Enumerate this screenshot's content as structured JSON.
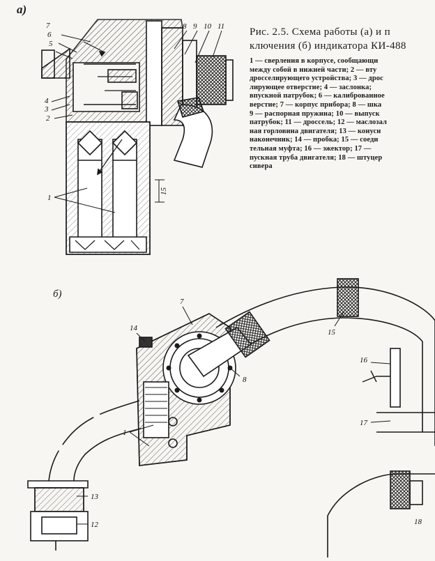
{
  "figure": {
    "panel_a_label": "а)",
    "panel_b_label": "б)",
    "caption_line1": "Рис. 2.5. Схема работы (а) и п",
    "caption_line2": "ключения (б) индикатора КИ-488",
    "legend_lines": [
      "1 — сверления в корпусе, сообщающи",
      "между собой в нижней части; 2 — вту",
      "дросселирующего устройства; 3 — дрос",
      "лирующее отверстие; 4 — заслонка; ",
      "впускной патрубок; 6 — калиброванное",
      "верстие; 7 — корпус прибора; 8 — шка",
      "9 — распорная пружина; 10 — выпуск",
      "патрубок; 11 — дроссель; 12 — маслозал",
      "ная горловина двигателя; 13 — конусн",
      "наконечник; 14 — пробка; 15 — соеди",
      "тельная муфта; 16 — эжектор; 17 — ",
      "пускная труба двигателя; 18 — штуцер ",
      "сивера"
    ]
  },
  "callouts_a": [
    "7",
    "6",
    "5",
    "4",
    "3",
    "2",
    "1",
    "8",
    "9",
    "10",
    "11",
    "15"
  ],
  "callouts_b": [
    "7",
    "14",
    "8",
    "1",
    "13",
    "12",
    "15",
    "16",
    "17",
    "18"
  ]
}
